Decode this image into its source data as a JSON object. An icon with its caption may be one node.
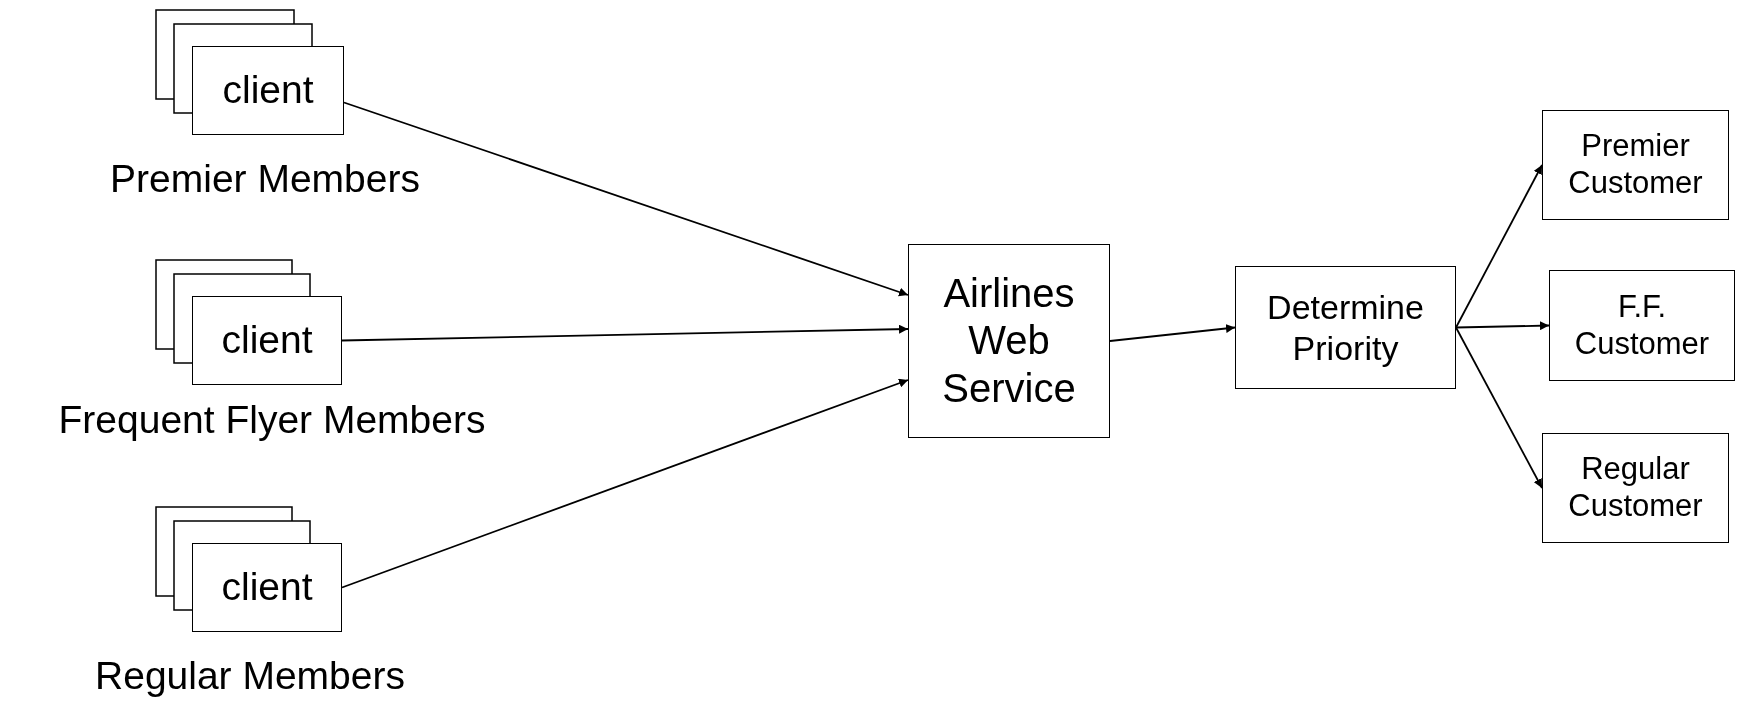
{
  "diagram": {
    "nodes": [
      {
        "text": [
          "client"
        ],
        "beside": [
          "Premier Members"
        ]
      },
      {
        "text": [
          "client"
        ],
        "beside": [
          "Frequent Flyer Members"
        ]
      },
      {
        "text": [
          "client"
        ],
        "beside": [
          "Regular Members"
        ]
      },
      {
        "text": [
          "Airlines Web Service"
        ]
      },
      {
        "text": [
          "Determine Priority"
        ]
      },
      {
        "text": [
          "Premier Customer"
        ]
      },
      {
        "text": [
          "F.F. Customer"
        ]
      },
      {
        "text": [
          "Regular Customer"
        ]
      }
    ],
    "edges": [
      {
        "from": 0,
        "to": 3,
        "arrow": "to"
      },
      {
        "from": 1,
        "to": 3,
        "arrow": "to"
      },
      {
        "from": 2,
        "to": 3,
        "arrow": "to"
      },
      {
        "from": 3,
        "to": 4,
        "arrow": "to"
      },
      {
        "from": 4,
        "to": 5,
        "arrow": "to"
      },
      {
        "from": 4,
        "to": 6,
        "arrow": "to"
      },
      {
        "from": 4,
        "to": 7,
        "arrow": "to"
      }
    ]
  }
}
